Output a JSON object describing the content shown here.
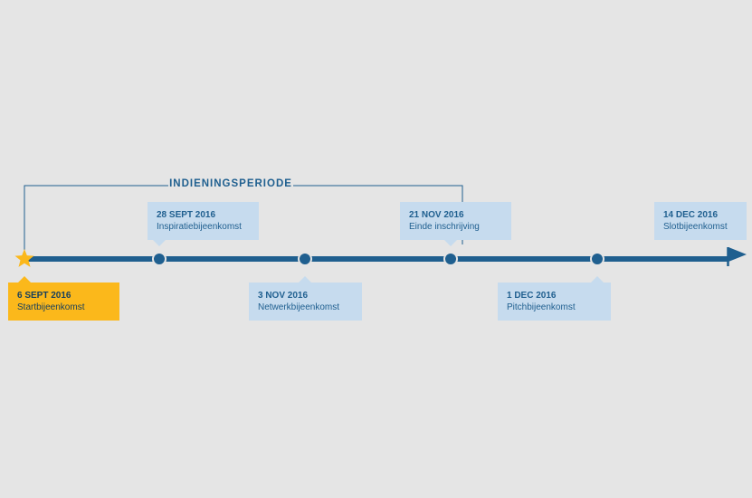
{
  "period": {
    "label": "INDIENINGSPERIODE"
  },
  "colors": {
    "background": "#e5e5e5",
    "line": "#1f5f8f",
    "callout": "#c6dbee",
    "start_highlight": "#fbb81b",
    "star": "#fbb81b"
  },
  "milestones": [
    {
      "date": "6 SEPT 2016",
      "label": "Startbijeenkomst",
      "position": "below",
      "marker": "star-icon",
      "highlight": true
    },
    {
      "date": "28 SEPT 2016",
      "label": "Inspiratiebijeenkomst",
      "position": "above",
      "marker": "dot"
    },
    {
      "date": "3 NOV 2016",
      "label": "Netwerkbijeenkomst",
      "position": "below",
      "marker": "dot"
    },
    {
      "date": "21 NOV 2016",
      "label": "Einde inschrijving",
      "position": "above",
      "marker": "dot"
    },
    {
      "date": "1 DEC 2016",
      "label": "Pitchbijeenkomst",
      "position": "below",
      "marker": "dot"
    },
    {
      "date": "14 DEC 2016",
      "label": "Slotbijeenkomst",
      "position": "above",
      "marker": "flag-icon"
    }
  ]
}
